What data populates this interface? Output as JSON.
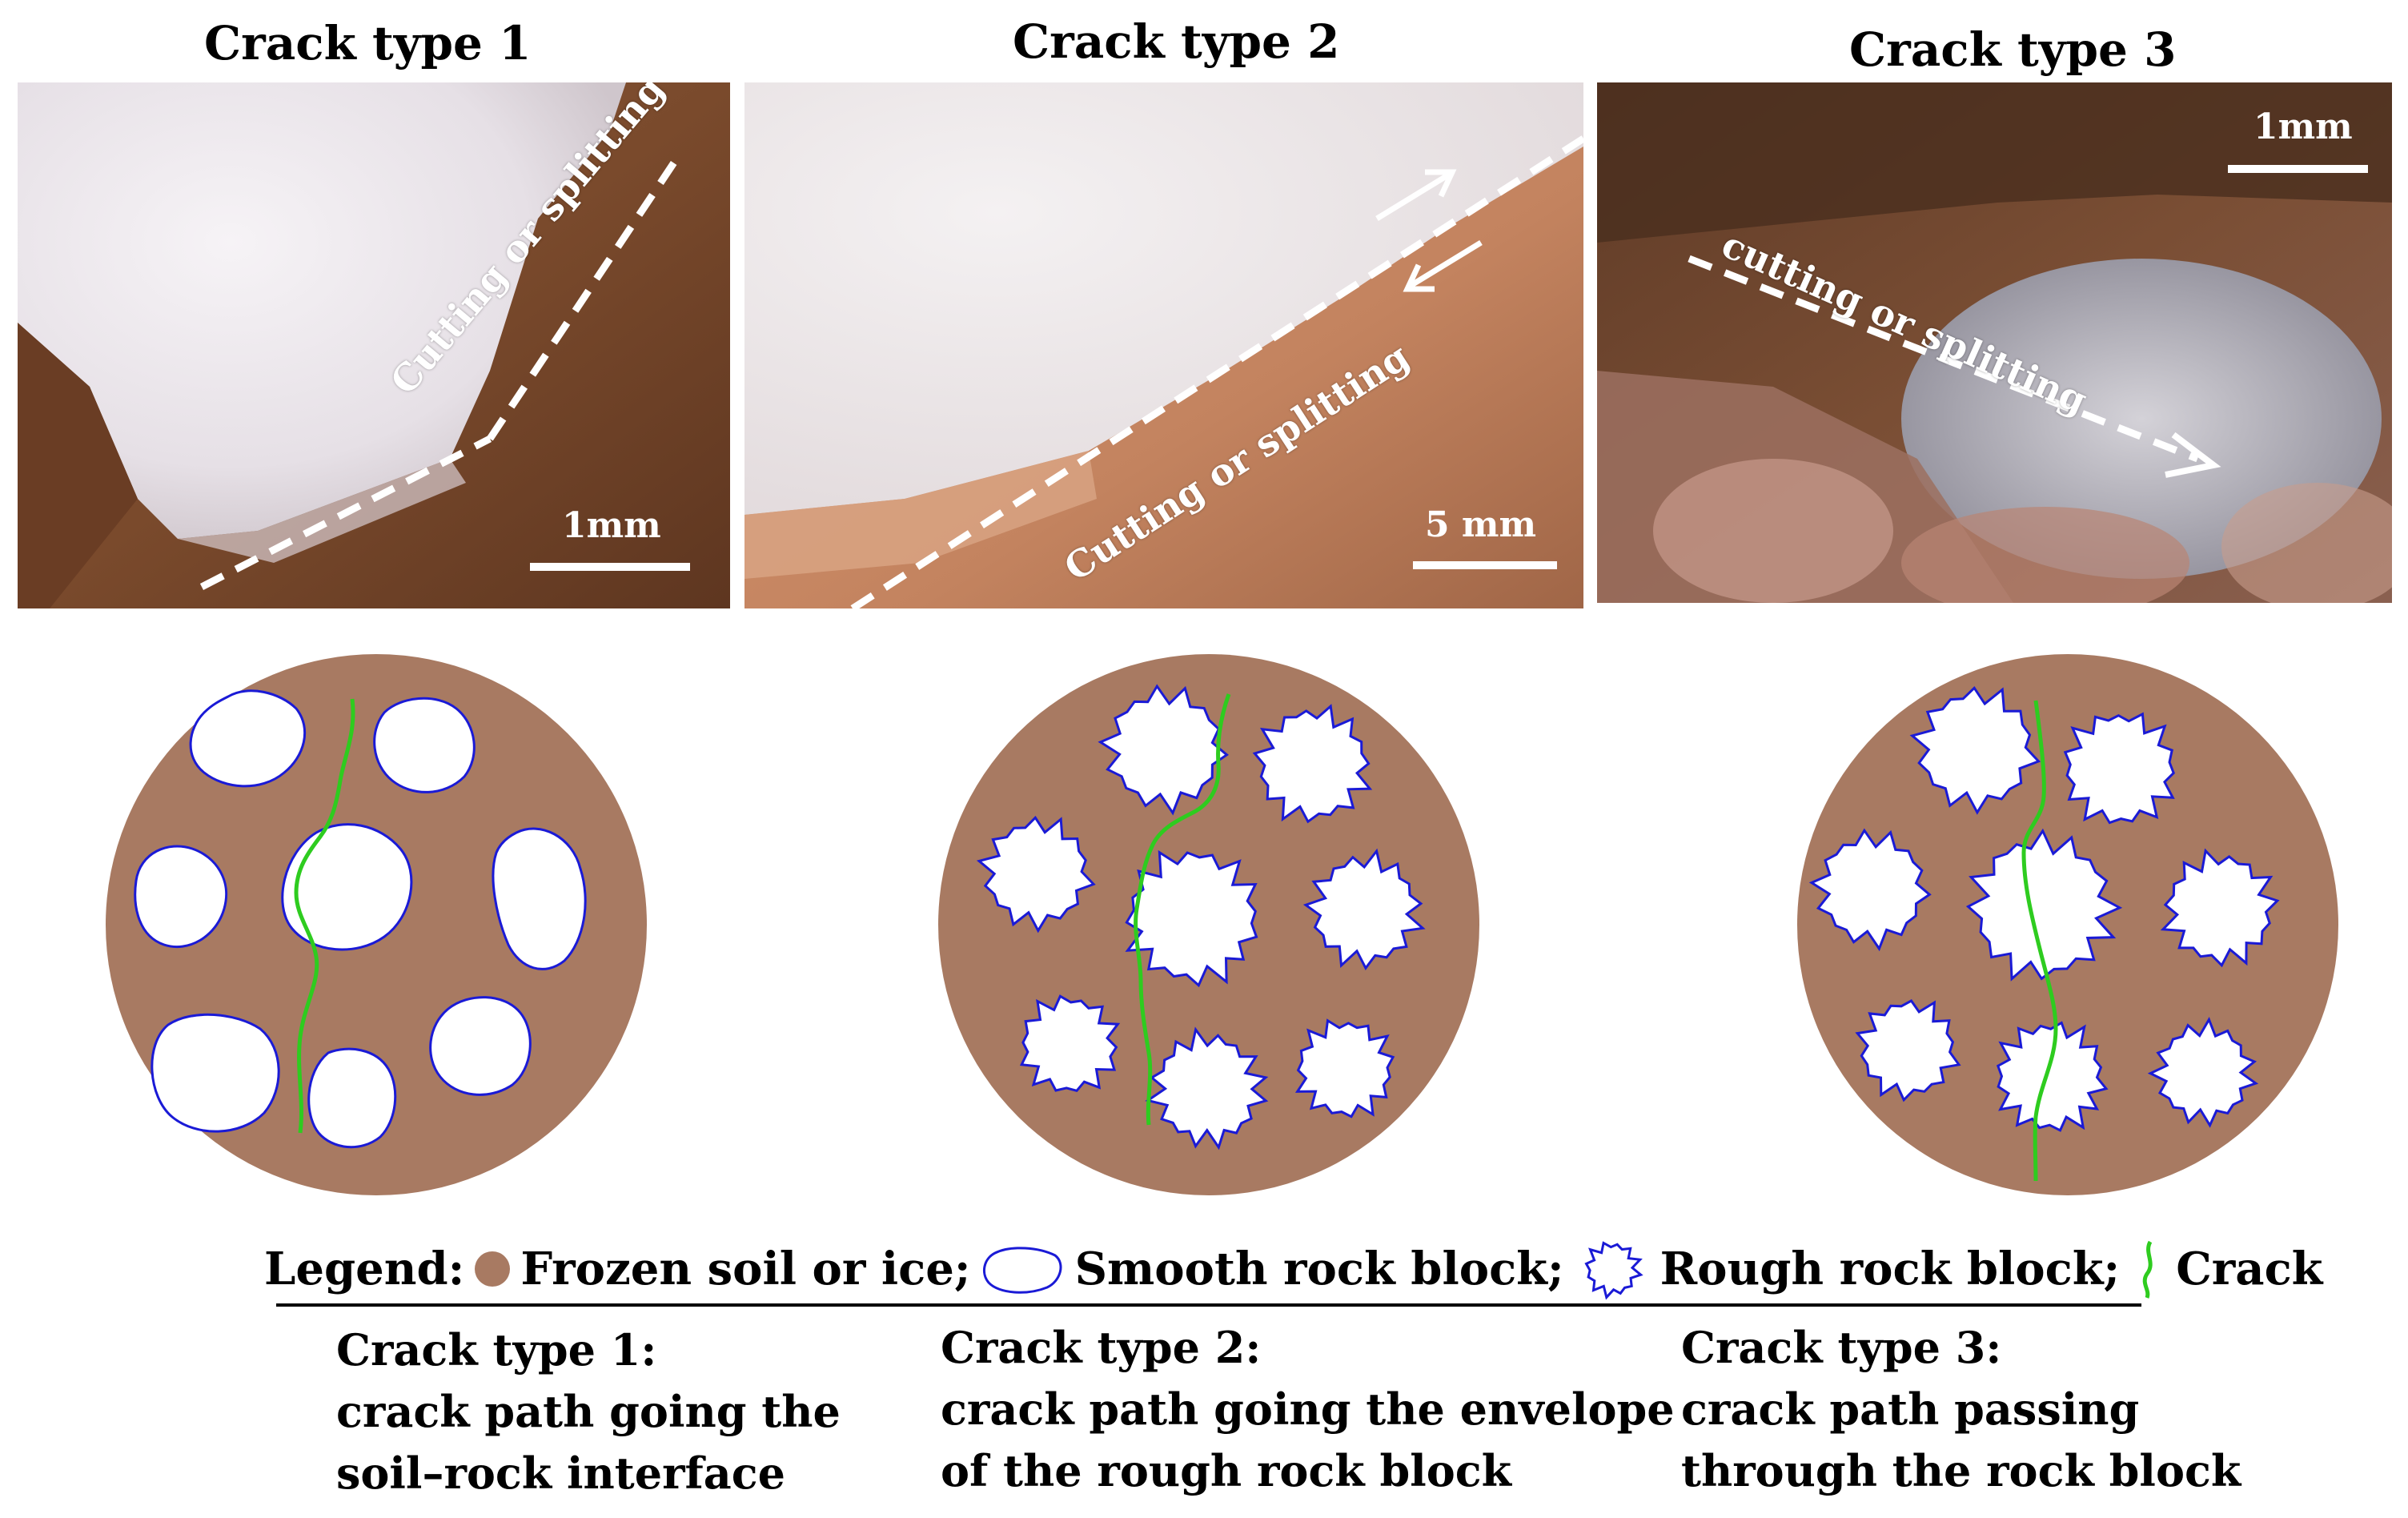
{
  "panels": [
    {
      "title": "Crack type 1",
      "photo_label": "Cutting or splitting",
      "scale": "1mm",
      "description": {
        "heading": "Crack type 1:",
        "line1": "crack path going the",
        "line2": "soil–rock interface"
      }
    },
    {
      "title": "Crack type 2",
      "photo_label": "Cutting or splitting",
      "scale": "5 mm",
      "description": {
        "heading": "Crack type 2:",
        "line1": "crack path going the envelope",
        "line2": "of the rough rock block"
      }
    },
    {
      "title": "Crack type 3",
      "photo_label": "cutting or splitting",
      "scale": "1mm",
      "description": {
        "heading": "Crack type 3:",
        "line1": "crack path passing",
        "line2": "through the rock block"
      }
    }
  ],
  "legend": {
    "label": "Legend:",
    "frozen_soil": "Frozen soil or ice;",
    "smooth_block": "Smooth rock block;",
    "rough_block": "Rough rock block;",
    "crack": "Crack"
  },
  "colors": {
    "soil": "#a87a62",
    "rock_outline": "#1a1ad6",
    "crack": "#2ecc1f",
    "rock_fill": "#ffffff"
  }
}
